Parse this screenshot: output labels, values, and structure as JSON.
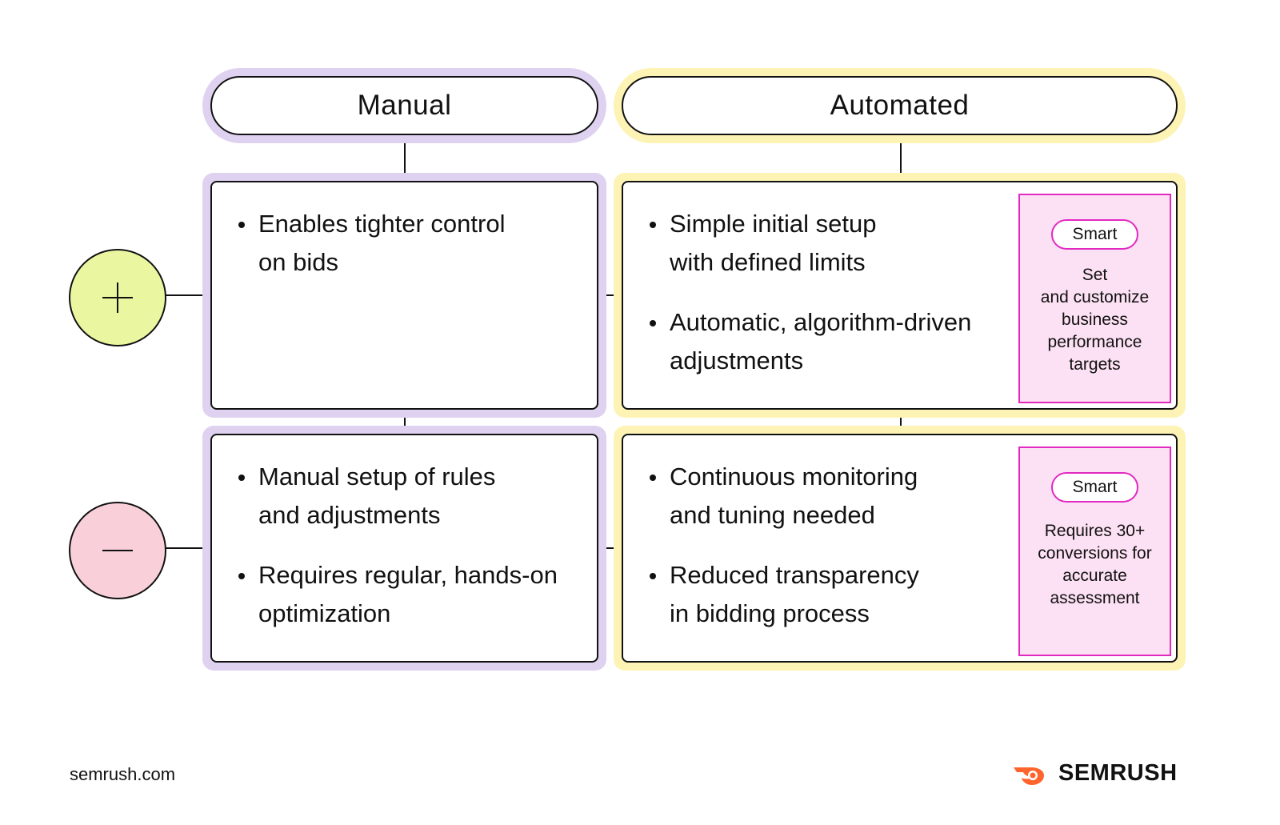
{
  "columns": {
    "manual": {
      "title": "Manual",
      "color": "#dfd2f1"
    },
    "automated": {
      "title": "Automated",
      "color": "#fdf3b4"
    }
  },
  "rows": {
    "pros": {
      "icon": "plus-icon",
      "color": "#ebf7a0",
      "manual": [
        {
          "lines": [
            "Enables tighter control",
            "on bids"
          ]
        }
      ],
      "automated": [
        {
          "lines": [
            "Simple initial setup",
            "with defined limits"
          ]
        },
        {
          "lines": [
            "Automatic, algorithm-driven",
            "adjustments"
          ]
        }
      ],
      "smart": {
        "badge": "Smart",
        "lines": [
          "Set",
          "and customize",
          "business",
          "performance",
          "targets"
        ]
      }
    },
    "cons": {
      "icon": "minus-icon",
      "color": "#f9d0d9",
      "manual": [
        {
          "lines": [
            "Manual setup of rules",
            "and adjustments"
          ]
        },
        {
          "lines": [
            "Requires regular, hands-on",
            "optimization"
          ]
        }
      ],
      "automated": [
        {
          "lines": [
            "Continuous monitoring",
            "and tuning needed"
          ]
        },
        {
          "lines": [
            "Reduced transparency",
            "in bidding process"
          ]
        }
      ],
      "smart": {
        "badge": "Smart",
        "lines": [
          "Requires 30+",
          "conversions for",
          "accurate",
          "assessment"
        ]
      }
    }
  },
  "smart_colors": {
    "border": "#e22ac1",
    "fill": "#fce0f3"
  },
  "footer": {
    "url": "semrush.com",
    "logo_text": "SEMRUSH",
    "logo_icon": "semrush-logo-icon",
    "logo_color": "#ff642d"
  }
}
